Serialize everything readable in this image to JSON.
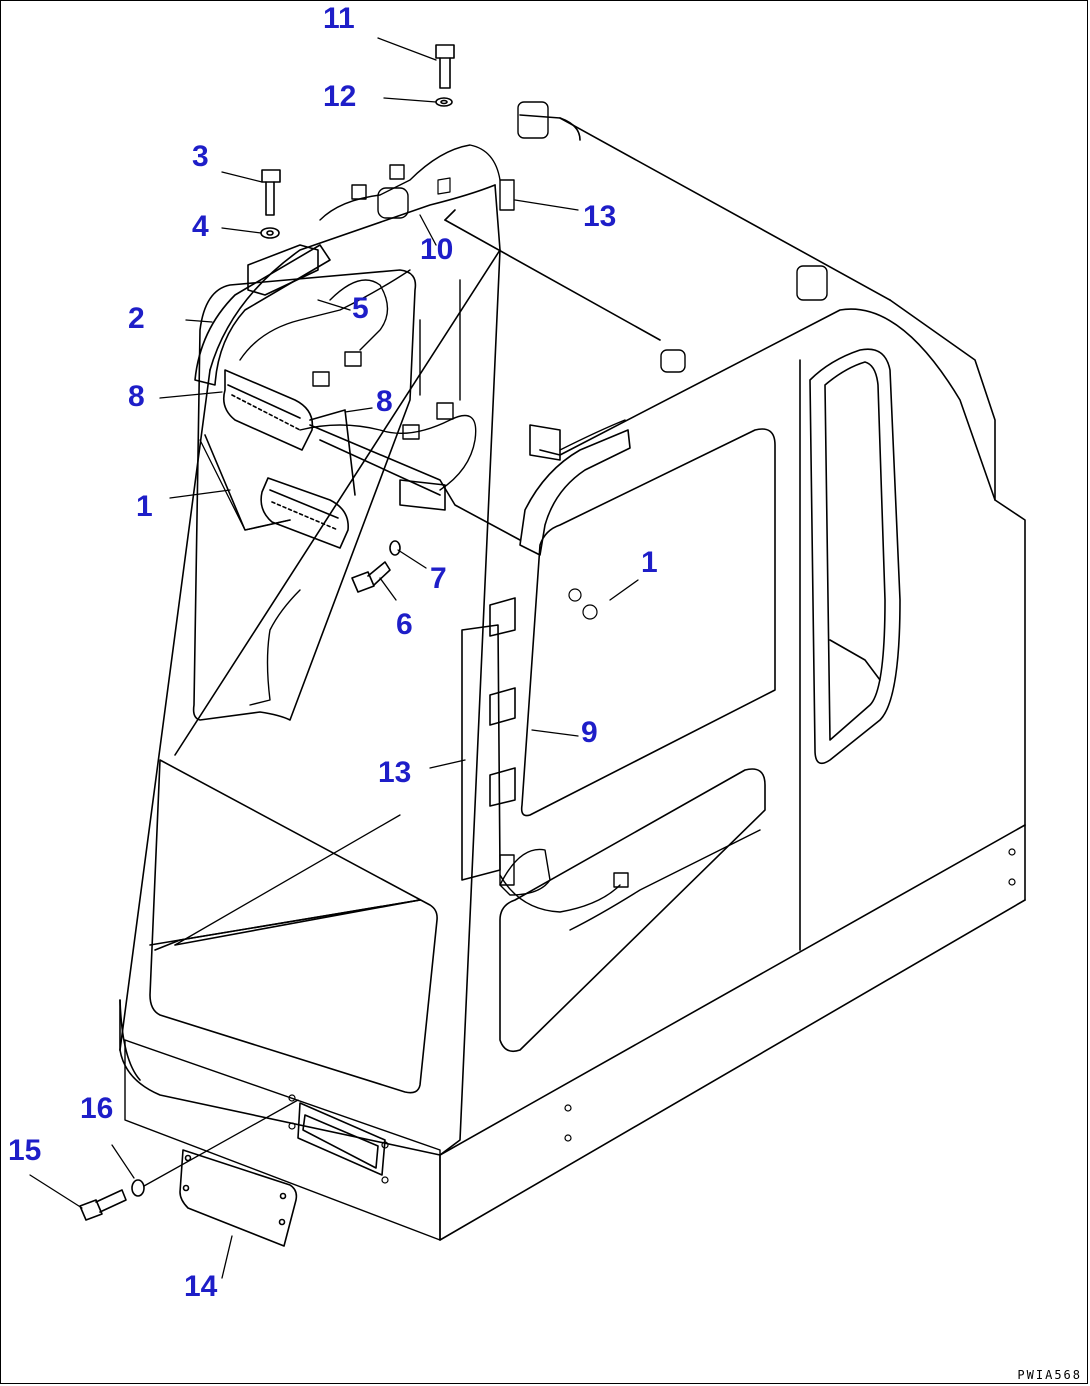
{
  "labels": {
    "l1": "1",
    "l2": "2",
    "l3": "3",
    "l4": "4",
    "l5": "5",
    "l6": "6",
    "l7": "7",
    "l8": "8",
    "l9": "9",
    "l10": "10",
    "l11": "11",
    "l12": "12",
    "l13": "13",
    "l14": "14",
    "l15": "15",
    "l16": "16"
  },
  "drawing_code": "PWIA568",
  "colors": {
    "label": "#1e1ec8",
    "line": "#000000"
  }
}
